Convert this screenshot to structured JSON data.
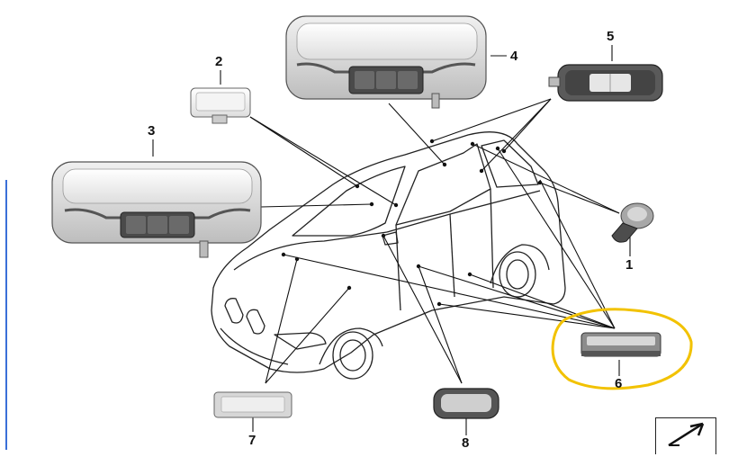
{
  "callouts": {
    "c1": "1",
    "c2": "2",
    "c3": "3",
    "c4": "4",
    "c5": "5",
    "c6": "6",
    "c7": "7",
    "c8": "8"
  },
  "colors": {
    "highlight": "#f2c200",
    "line": "#111111",
    "part_body": "#dcdcdc",
    "part_dark": "#5a5a5a",
    "edge_accent": "#3a6fd8"
  },
  "icons": {
    "corner": "cursor-arrow-icon"
  }
}
